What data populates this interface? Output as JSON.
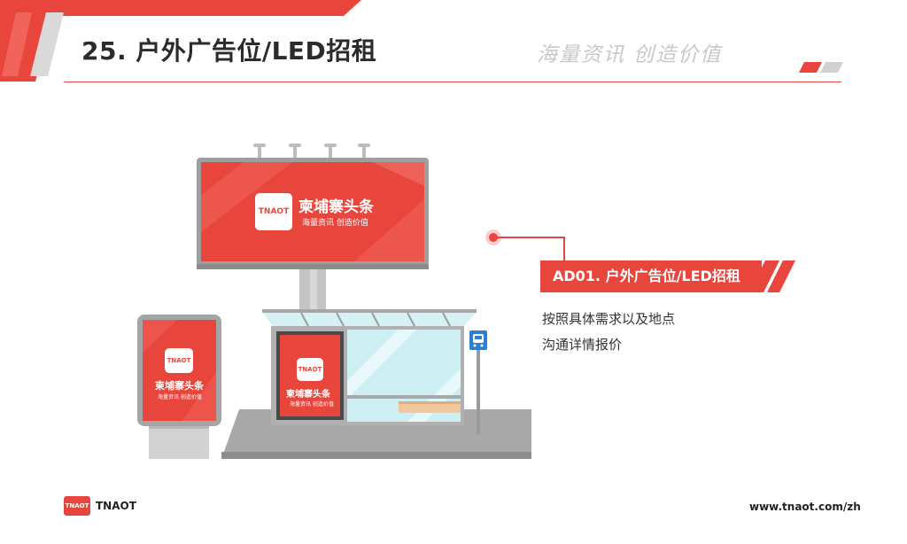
{
  "header": {
    "title": "25. 户外广告位/LED招租",
    "slogan": "海量资讯 创造价值"
  },
  "illustration": {
    "billboard": {
      "logo_text": "TNAOT",
      "brand": "柬埔寨头条",
      "slogan": "海量资讯 创造价值"
    },
    "lightbox": {
      "logo_text": "TNAOT",
      "brand": "柬埔寨头条",
      "slogan": "海量资讯 创造价值"
    },
    "shelter_poster": {
      "logo_text": "TNAOT",
      "brand": "柬埔寨头条",
      "slogan": "海量资讯 创造价值"
    },
    "bus_sign_icon": "bus-icon"
  },
  "callout": {
    "title": "AD01. 户外广告位/LED招租",
    "lines": [
      "按照具体需求以及地点",
      "沟通详情报价"
    ]
  },
  "footer": {
    "logo_text": "TNAOT",
    "brand": "TNAOT",
    "url": "www.tnaot.com/zh"
  },
  "colors": {
    "accent": "#e8463d",
    "callout_bg": "#e8463d",
    "gray_stripe": "#d9d9d9",
    "structure_gray": "#a8a8a8",
    "glass": "#cfeff3"
  }
}
